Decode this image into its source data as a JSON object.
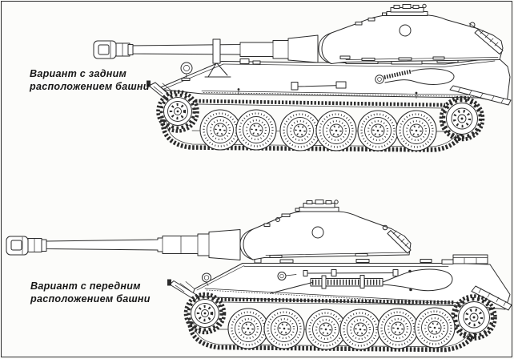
{
  "page": {
    "background": "#fcfcfa",
    "ink_color": "#2b2b2b",
    "frame_color": "#2e2e2e"
  },
  "captions": {
    "rear_turret": {
      "line1": "Вариант с задним",
      "line2": "расположением башни"
    },
    "front_turret": {
      "line1": "Вариант с передним",
      "line2": "расположением башни"
    }
  },
  "drawings": {
    "top": "tank-side-view-rear-mounted-turret",
    "bottom": "tank-side-view-front-mounted-turret"
  }
}
